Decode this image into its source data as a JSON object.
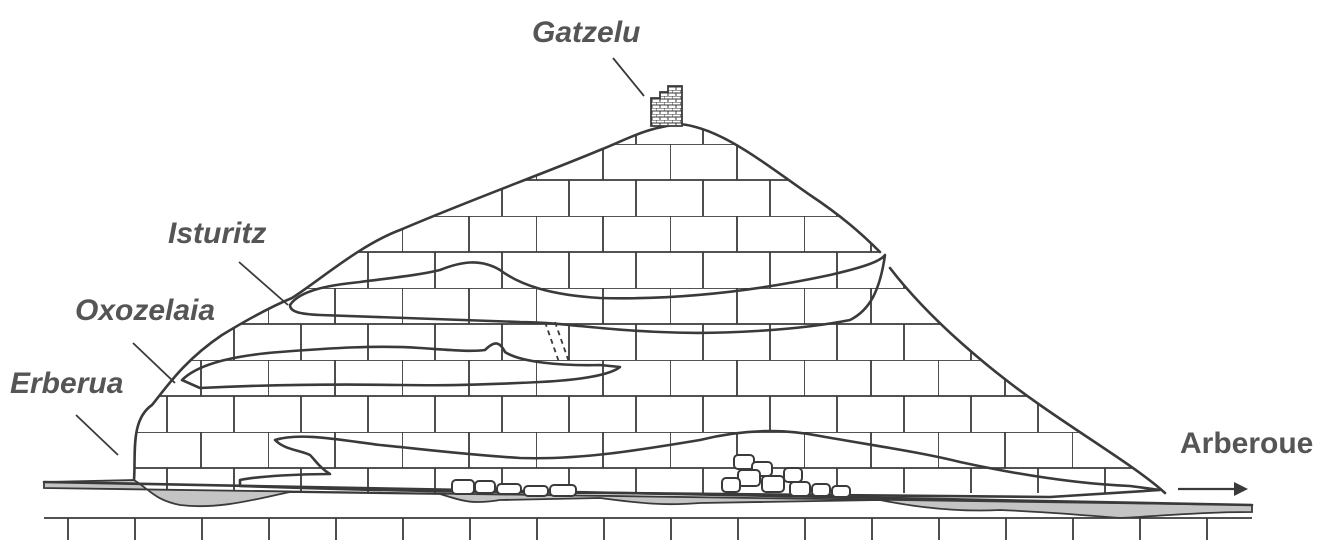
{
  "labels": {
    "gatzelu": "Gatzelu",
    "isturitz": "Isturitz",
    "oxozelaia": "Oxozelaia",
    "erberua": "Erberua",
    "arberoue": "Arberoue"
  },
  "colors": {
    "line": "#3a3a3a",
    "water": "#c4c4c4",
    "label": "#555555",
    "background": "#ffffff"
  }
}
